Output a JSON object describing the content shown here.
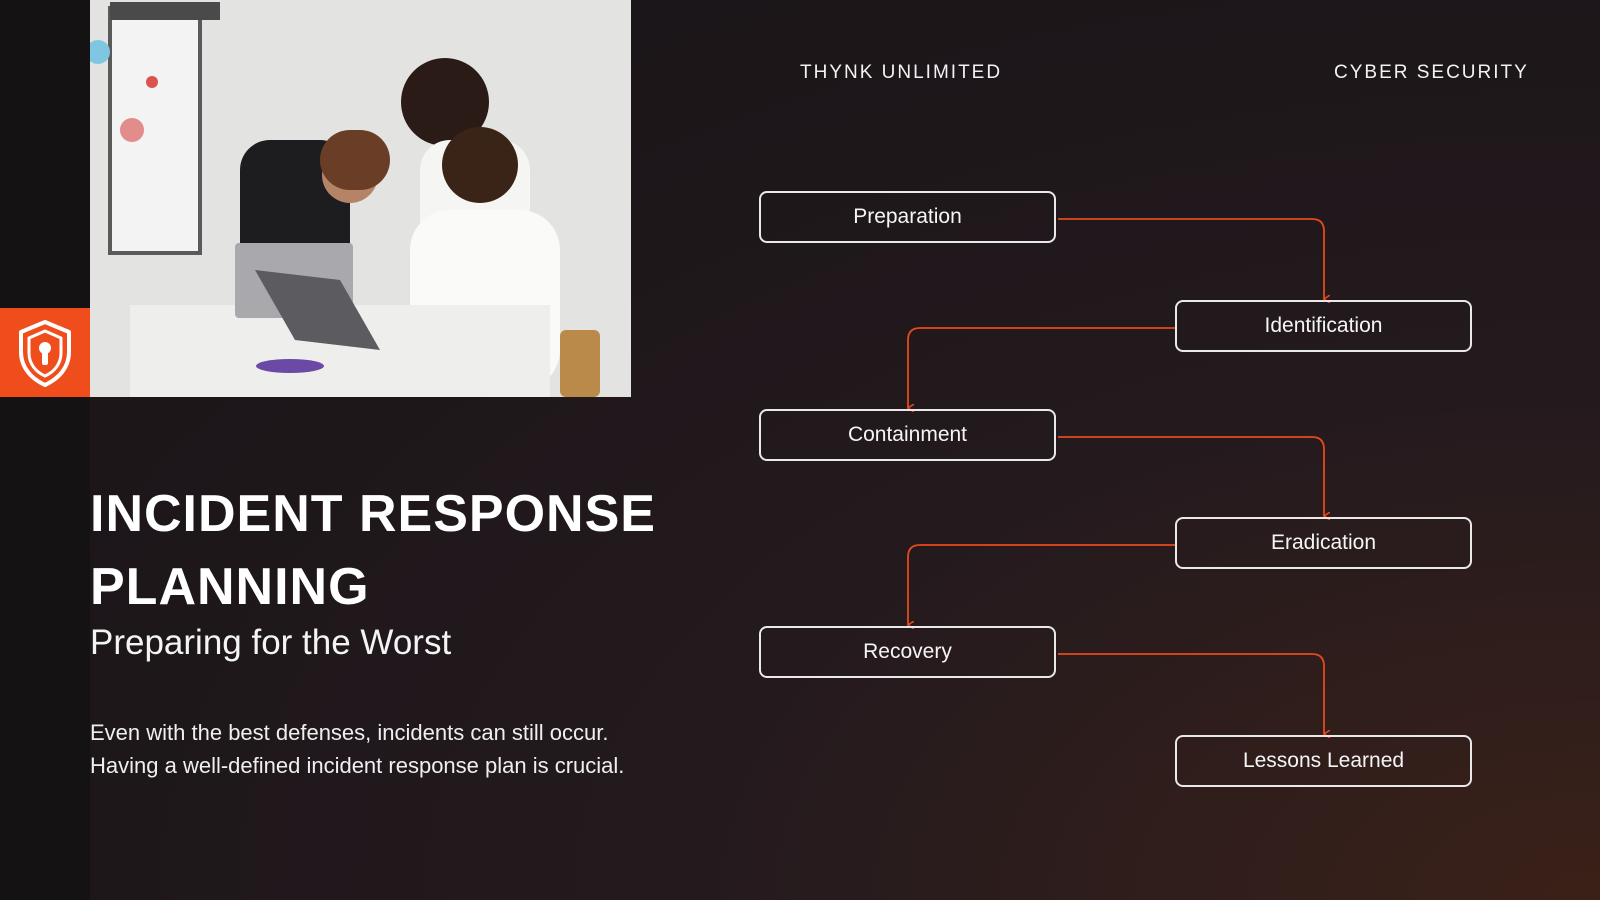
{
  "header": {
    "brand_left": "THYNK UNLIMITED",
    "brand_right": "CYBER SECURITY"
  },
  "hero": {
    "title_line1": "INCIDENT RESPONSE",
    "title_line2": "PLANNING",
    "subtitle": "Preparing for the Worst",
    "body": "Even with the best defenses, incidents can still occur. Having a well-defined incident response plan is crucial."
  },
  "flow": {
    "steps": [
      {
        "label": "Preparation"
      },
      {
        "label": "Identification"
      },
      {
        "label": "Containment"
      },
      {
        "label": "Eradication"
      },
      {
        "label": "Recovery"
      },
      {
        "label": "Lessons Learned"
      }
    ]
  },
  "colors": {
    "accent": "#f04d1c",
    "connector": "#e8491c",
    "background": "#1c1619",
    "box_border": "#e9e9e9"
  },
  "icons": {
    "logo": "shield-keyhole-icon"
  }
}
